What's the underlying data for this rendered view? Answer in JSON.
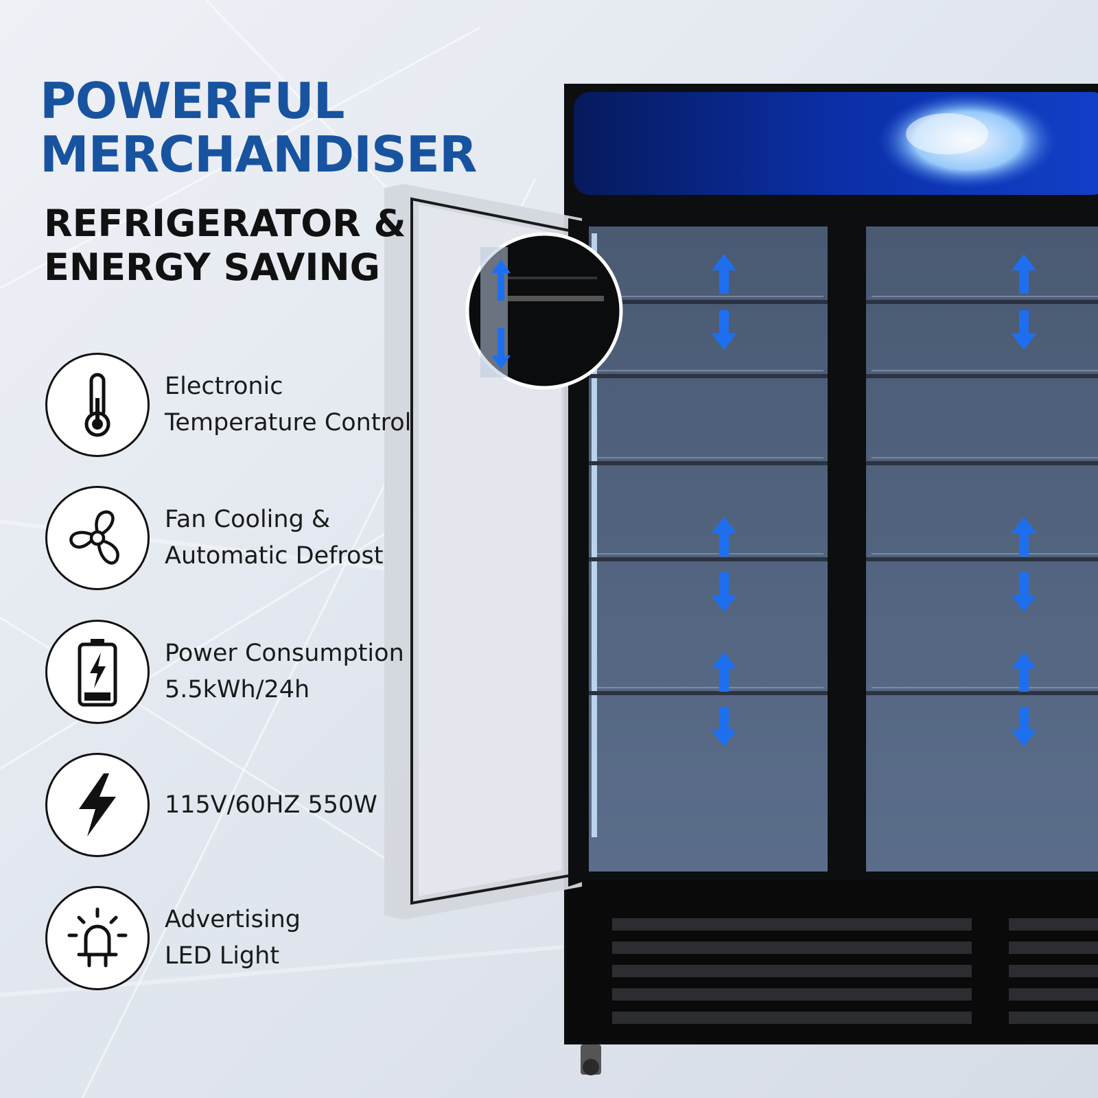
{
  "headline": {
    "title_line1": "POWERFUL",
    "title_line2": "MERCHANDISER",
    "subtitle_line1": "REFRIGERATOR &",
    "subtitle_line2": "ENERGY SAVING"
  },
  "features": [
    {
      "icon": "thermometer-icon",
      "line1": "Electronic",
      "line2": "Temperature Control"
    },
    {
      "icon": "fan-icon",
      "line1": "Fan Cooling &",
      "line2": "Automatic Defrost"
    },
    {
      "icon": "battery-charging-icon",
      "line1": "Power Consumption",
      "line2": "5.5kWh/24h"
    },
    {
      "icon": "lightning-bolt-icon",
      "line1": "115V/60HZ 550W",
      "line2": ""
    },
    {
      "icon": "led-light-icon",
      "line1": "Advertising",
      "line2": "LED Light"
    }
  ],
  "colors": {
    "title_blue": "#1853a0",
    "text_dark": "#111111",
    "arrow_blue": "#1e6ff0",
    "fridge_black": "#0d0e10"
  }
}
